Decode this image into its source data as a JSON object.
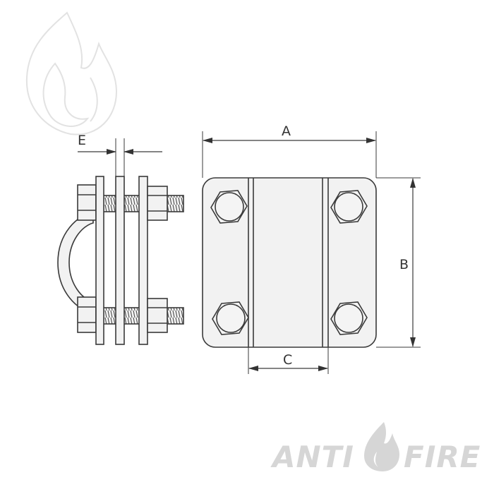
{
  "diagram": {
    "dimensions": {
      "a": "A",
      "b": "B",
      "c": "C",
      "e": "E"
    }
  },
  "watermark": {
    "brand_left": "ANTI",
    "brand_right": "FIRE"
  },
  "colors": {
    "line": "#3a3a3a",
    "fill": "#f2f2f2",
    "watermark": "#d6d6d6"
  }
}
